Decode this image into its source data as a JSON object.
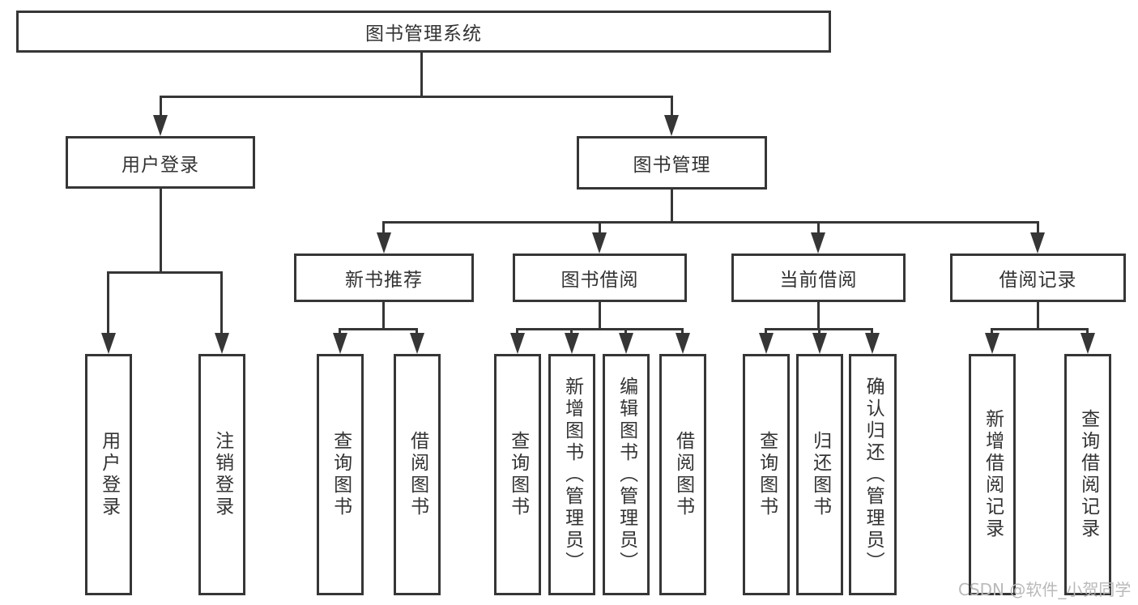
{
  "nodes": {
    "root": "图书管理系统",
    "user": "用户登录",
    "book": "图书管理",
    "g0": "新书推荐",
    "g1": "图书借阅",
    "g2": "当前借阅",
    "g3": "借阅记录",
    "user_leaves": [
      "用户登录",
      "注销登录"
    ],
    "g0_leaves": [
      "查询图书",
      "借阅图书"
    ],
    "g1_leaves": [
      "查询图书",
      "新增图书（管理员）",
      "编辑图书（管理员）",
      "借阅图书"
    ],
    "g2_leaves": [
      "查询图书",
      "归还图书",
      "确认归还（管理员）"
    ],
    "g3_leaves": [
      "新增借阅记录",
      "查询借阅记录"
    ]
  },
  "watermark": {
    "text": "CSDN @软件_小贺同学"
  },
  "colors": {
    "line": "#363636",
    "text": "#333333",
    "watermark": "#b9b9b9",
    "background": "#ffffff"
  }
}
